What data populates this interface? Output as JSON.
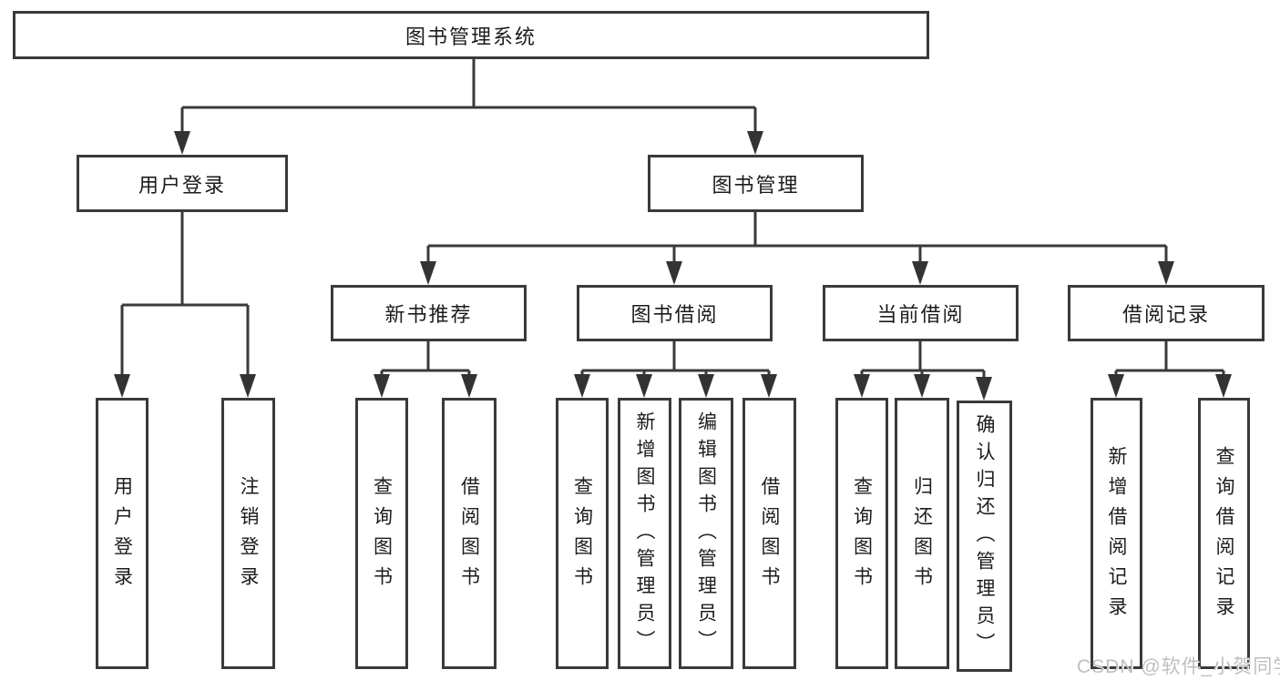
{
  "watermark": "CSDN @软件_小贺同学",
  "colors": {
    "line": "#3a3a3a",
    "box_border": "#3a3a3a",
    "box_fill": "#ffffff",
    "text": "#1c1c1c",
    "watermark": "#bfbfbf",
    "background": "#ffffff"
  },
  "tree": {
    "root": "图书管理系统",
    "user_login": {
      "label": "用户登录",
      "children": [
        "用户登录",
        "注销登录"
      ]
    },
    "book_mgmt": {
      "label": "图书管理",
      "sections": [
        {
          "label": "新书推荐",
          "children": [
            "查询图书",
            "借阅图书"
          ]
        },
        {
          "label": "图书借阅",
          "children": [
            "查询图书",
            "新增图书（管理员）",
            "编辑图书（管理员）",
            "借阅图书"
          ]
        },
        {
          "label": "当前借阅",
          "children": [
            "查询图书",
            "归还图书",
            "确认归还（管理员）"
          ]
        },
        {
          "label": "借阅记录",
          "children": [
            "新增借阅记录",
            "查询借阅记录"
          ]
        }
      ]
    }
  }
}
